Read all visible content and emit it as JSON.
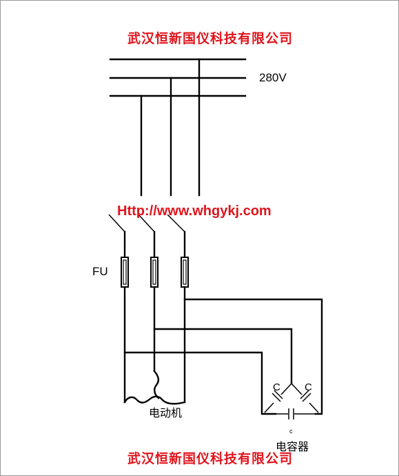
{
  "header": {
    "company": "武汉恒新国仪科技有限公司"
  },
  "supply": {
    "voltage": "280V"
  },
  "website": {
    "url": "Http://www.whgykj.com"
  },
  "components": {
    "fuse_label": "FU",
    "motor_label": "电动机",
    "capacitor_label": "电容器",
    "cap_left": "C",
    "cap_right": "C",
    "cap_bottom": "c"
  },
  "footer": {
    "company": "武汉恒新国仪科技有限公司"
  }
}
